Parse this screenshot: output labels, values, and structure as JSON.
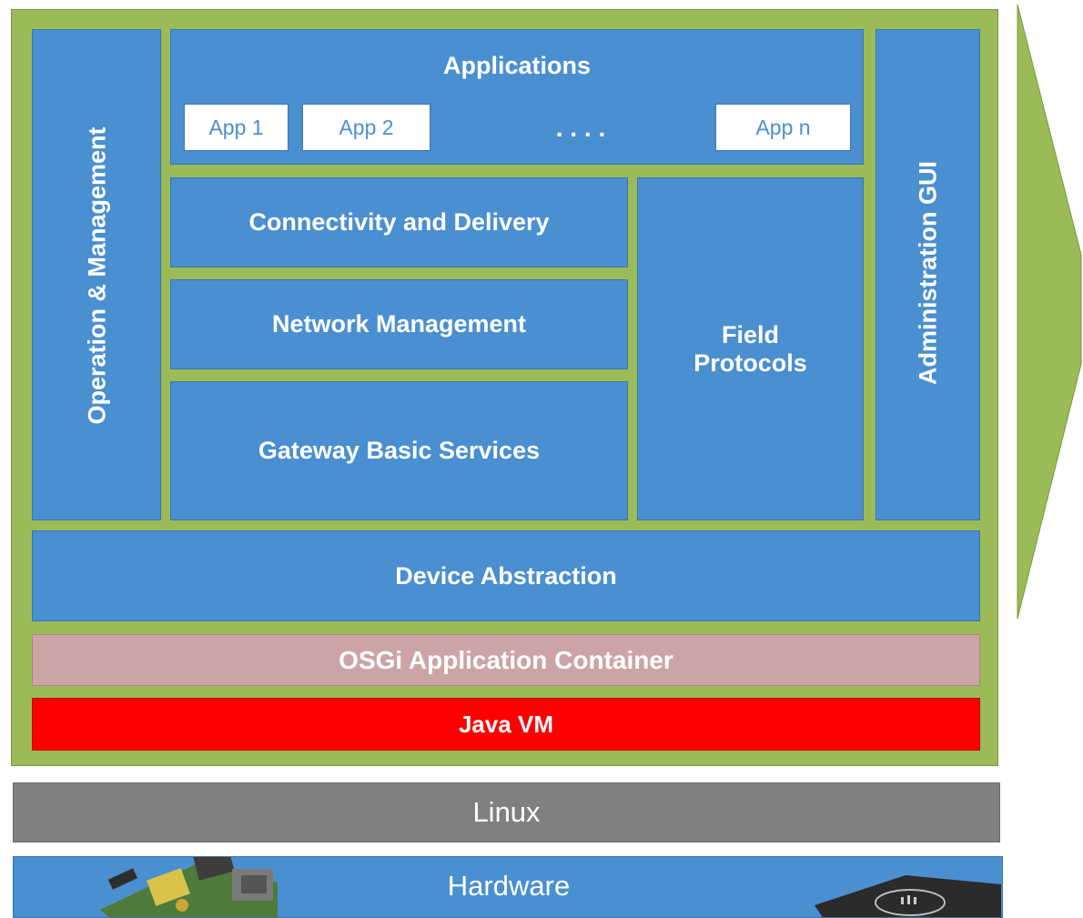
{
  "layers": {
    "applications": "Applications",
    "apps": [
      "App 1",
      "App 2",
      "App n"
    ],
    "ellipsis": ". . . .",
    "connectivity": "Connectivity and Delivery",
    "network": "Network Management",
    "gateway": "Gateway Basic Services",
    "field_protocols_line1": "Field",
    "field_protocols_line2": "Protocols",
    "operation": "Operation & Management",
    "admin_gui": "Administration GUI",
    "device_abstraction": "Device Abstraction",
    "osgi": "OSGi Application Container",
    "java_vm": "Java VM",
    "linux": "Linux",
    "hardware": "Hardware"
  },
  "colors": {
    "frame_green": "#9bbb59",
    "block_blue": "#4a8fd0",
    "osgi_pink": "#cda4a6",
    "jvm_red": "#ff0000",
    "linux_gray": "#808080"
  }
}
